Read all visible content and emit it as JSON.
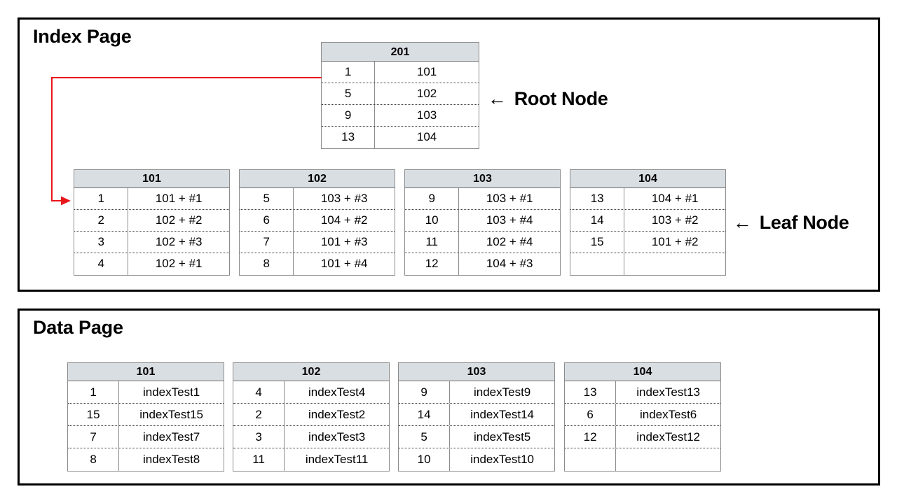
{
  "index_page": {
    "title": "Index Page",
    "root_node": {
      "header": "201",
      "rows": [
        {
          "key": "1",
          "value": "101"
        },
        {
          "key": "5",
          "value": "102"
        },
        {
          "key": "9",
          "value": "103"
        },
        {
          "key": "13",
          "value": "104"
        }
      ]
    },
    "leaf_nodes": [
      {
        "header": "101",
        "rows": [
          {
            "key": "1",
            "value": "101 + #1"
          },
          {
            "key": "2",
            "value": "102 + #2"
          },
          {
            "key": "3",
            "value": "102 + #3"
          },
          {
            "key": "4",
            "value": "102 + #1"
          }
        ]
      },
      {
        "header": "102",
        "rows": [
          {
            "key": "5",
            "value": "103 + #3"
          },
          {
            "key": "6",
            "value": "104 + #2"
          },
          {
            "key": "7",
            "value": "101 + #3"
          },
          {
            "key": "8",
            "value": "101 + #4"
          }
        ]
      },
      {
        "header": "103",
        "rows": [
          {
            "key": "9",
            "value": "103 + #1"
          },
          {
            "key": "10",
            "value": "103 + #4"
          },
          {
            "key": "11",
            "value": "102 + #4"
          },
          {
            "key": "12",
            "value": "104 + #3"
          }
        ]
      },
      {
        "header": "104",
        "rows": [
          {
            "key": "13",
            "value": "104 + #1"
          },
          {
            "key": "14",
            "value": "103 + #2"
          },
          {
            "key": "15",
            "value": "101 + #2"
          },
          {
            "key": "",
            "value": ""
          }
        ]
      }
    ],
    "root_callout": {
      "arrow": "←",
      "label": "Root Node"
    },
    "leaf_callout": {
      "arrow": "←",
      "label": "Leaf Node"
    },
    "pointer": {
      "color": "#e8151b",
      "from": "root row 1 → 101",
      "to": "leaf node 101 row 1"
    }
  },
  "data_page": {
    "title": "Data Page",
    "nodes": [
      {
        "header": "101",
        "rows": [
          {
            "key": "1",
            "value": "indexTest1"
          },
          {
            "key": "15",
            "value": "indexTest15"
          },
          {
            "key": "7",
            "value": "indexTest7"
          },
          {
            "key": "8",
            "value": "indexTest8"
          }
        ]
      },
      {
        "header": "102",
        "rows": [
          {
            "key": "4",
            "value": "indexTest4"
          },
          {
            "key": "2",
            "value": "indexTest2"
          },
          {
            "key": "3",
            "value": "indexTest3"
          },
          {
            "key": "11",
            "value": "indexTest11"
          }
        ]
      },
      {
        "header": "103",
        "rows": [
          {
            "key": "9",
            "value": "indexTest9"
          },
          {
            "key": "14",
            "value": "indexTest14"
          },
          {
            "key": "5",
            "value": "indexTest5"
          },
          {
            "key": "10",
            "value": "indexTest10"
          }
        ]
      },
      {
        "header": "104",
        "rows": [
          {
            "key": "13",
            "value": "indexTest13"
          },
          {
            "key": "6",
            "value": "indexTest6"
          },
          {
            "key": "12",
            "value": "indexTest12"
          },
          {
            "key": "",
            "value": ""
          }
        ]
      }
    ]
  },
  "colors": {
    "header_fill": "#d9dee2",
    "frame_border": "#000000",
    "cell_border": "#8c8c8c",
    "pointer_red": "#e8151b"
  }
}
